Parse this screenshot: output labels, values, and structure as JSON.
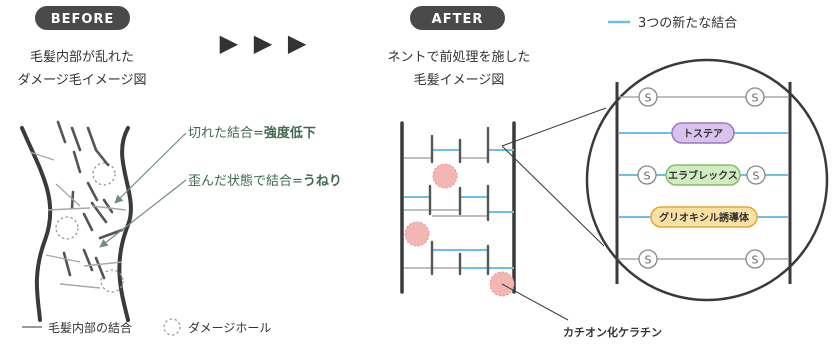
{
  "before": {
    "pill": "BEFORE",
    "caption_line1": "毛髪内部が乱れた",
    "caption_line2": "ダメージ毛イメージ図",
    "annotation_broken_prefix": "切れた結合=",
    "annotation_broken_emph": "強度低下",
    "annotation_distorted_prefix": "歪んだ状態で結合=",
    "annotation_distorted_emph": "うねり"
  },
  "arrows": "▶ ▶ ▶",
  "after": {
    "pill": "AFTER",
    "caption_line1": "ネントで前処理を施した",
    "caption_line2": "毛髪イメージ図",
    "cationic_label": "カチオン化ケラチン"
  },
  "legend": {
    "new_bonds": "3つの新たな結合",
    "inner_bonds": "毛髪内部の結合",
    "damage_hole": "ダメージホール"
  },
  "zoom": {
    "s_symbol": "S",
    "tostea": "トステア",
    "elablex": "エラブレックス",
    "glyoxyl": "グリオキシル誘導体"
  },
  "colors": {
    "blue_bond": "#6cc0e8",
    "gray_bond": "#9a9a9a",
    "strand": "#3a3a3a",
    "pill_bg": "#4a4a4a",
    "damage_pink": "#f4b6b3",
    "tostea_fill": "#d9c3ec",
    "tostea_stroke": "#9b77c4",
    "elablex_fill": "#d2ecc2",
    "elablex_stroke": "#82bf6a",
    "glyoxyl_fill": "#fbe0a3",
    "glyoxyl_stroke": "#e0a93a",
    "annotation_green": "#3f6a50"
  }
}
